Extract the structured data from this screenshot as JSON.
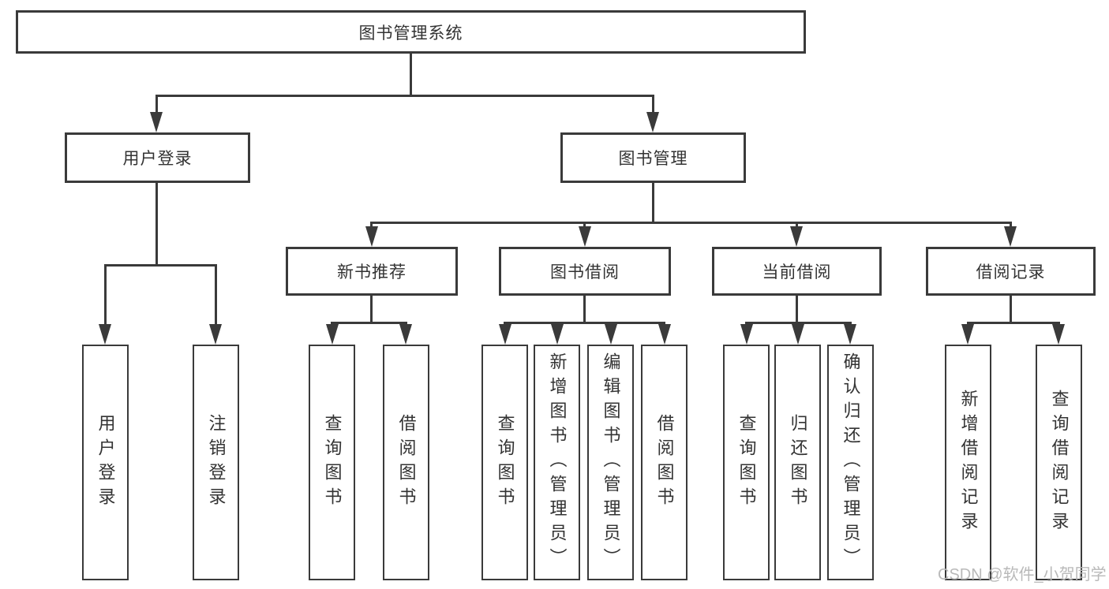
{
  "colors": {
    "line": "#3a3a3a",
    "text": "#333333",
    "box_bg": "#ffffff",
    "background": "#ffffff",
    "watermark": "#b9b9b9"
  },
  "diagram": {
    "root": {
      "label": "图书管理系统"
    },
    "branches": [
      {
        "label": "用户登录",
        "children": [
          "用户登录",
          "注销登录"
        ]
      },
      {
        "label": "图书管理",
        "children": [
          {
            "label": "新书推荐",
            "children": [
              "查询图书",
              "借阅图书"
            ]
          },
          {
            "label": "图书借阅",
            "children": [
              "查询图书",
              "新增图书（管理员）",
              "编辑图书（管理员）",
              "借阅图书"
            ]
          },
          {
            "label": "当前借阅",
            "children": [
              "查询图书",
              "归还图书",
              "确认归还（管理员）"
            ]
          },
          {
            "label": "借阅记录",
            "children": [
              "新增借阅记录",
              "查询借阅记录"
            ]
          }
        ]
      }
    ]
  },
  "watermark": {
    "text": "CSDN @软件_小贺同学"
  }
}
